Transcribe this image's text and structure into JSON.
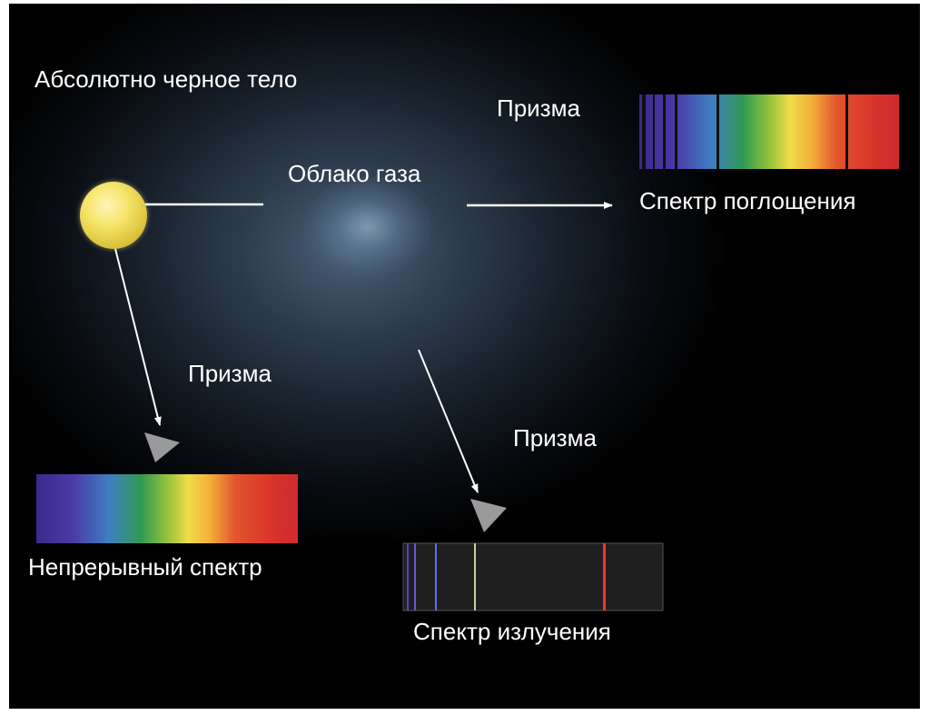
{
  "labels": {
    "black_body": "Абсолютно черное тело",
    "gas_cloud": "Облако газа",
    "prism_top": "Призма",
    "prism_left": "Призма",
    "prism_bottom": "Призма",
    "absorption_spectrum": "Спектр поглощения",
    "continuous_spectrum": "Непрерывный спектр",
    "emission_spectrum": "Спектр излучения"
  },
  "colors": {
    "star": "#f3de5e",
    "arrow": "#ffffff",
    "prism": "#9a9a9a",
    "emission_lines": [
      "#6a4fc9",
      "#5a67d8",
      "#b9c98a",
      "#ff3a3a"
    ]
  }
}
